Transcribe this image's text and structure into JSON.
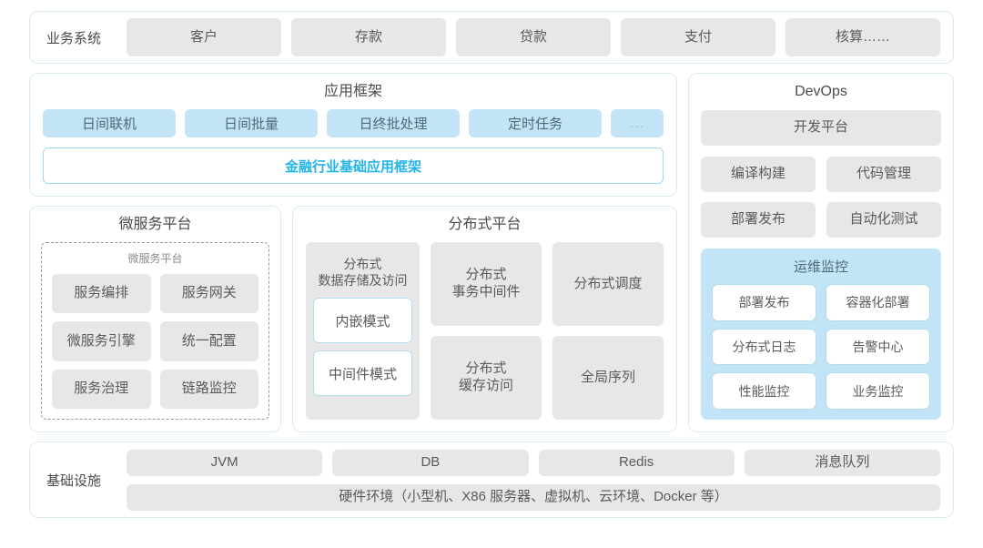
{
  "business_system": {
    "label": "业务系统",
    "items": [
      "客户",
      "存款",
      "贷款",
      "支付",
      "核算……"
    ]
  },
  "app_framework": {
    "title": "应用框架",
    "tags": [
      "日间联机",
      "日间批量",
      "日终批处理",
      "定时任务"
    ],
    "more_tag": "...",
    "banner": "金融行业基础应用框架",
    "banner_color": "#22b3e8"
  },
  "microservice_platform": {
    "title": "微服务平台",
    "inner_label": "微服务平台",
    "items": [
      "服务编排",
      "服务网关",
      "微服务引擎",
      "统一配置",
      "服务治理",
      "链路监控"
    ]
  },
  "distributed_platform": {
    "title": "分布式平台",
    "storage_card": {
      "title": "分布式\n数据存储及访问",
      "title_line1": "分布式",
      "title_line2": "数据存储及访问",
      "modes": [
        "内嵌模式",
        "中间件模式"
      ]
    },
    "items": [
      {
        "line1": "分布式",
        "line2": "事务中间件"
      },
      {
        "line1": "分布式调度",
        "line2": ""
      },
      {
        "line1": "分布式",
        "line2": "缓存访问"
      },
      {
        "line1": "全局序列",
        "line2": ""
      }
    ]
  },
  "devops": {
    "title": "DevOps",
    "platform": "开发平台",
    "items": [
      "编译构建",
      "代码管理",
      "部署发布",
      "自动化测试"
    ],
    "ops_monitoring": {
      "title": "运维监控",
      "accent": "#c3e4f6",
      "items": [
        "部署发布",
        "容器化部署",
        "分布式日志",
        "告警中心",
        "性能监控",
        "业务监控"
      ]
    }
  },
  "infrastructure": {
    "label": "基础设施",
    "items": [
      "JVM",
      "DB",
      "Redis",
      "消息队列"
    ],
    "hardware": "硬件环境（小型机、X86 服务器、虚拟机、云环境、Docker 等）"
  }
}
